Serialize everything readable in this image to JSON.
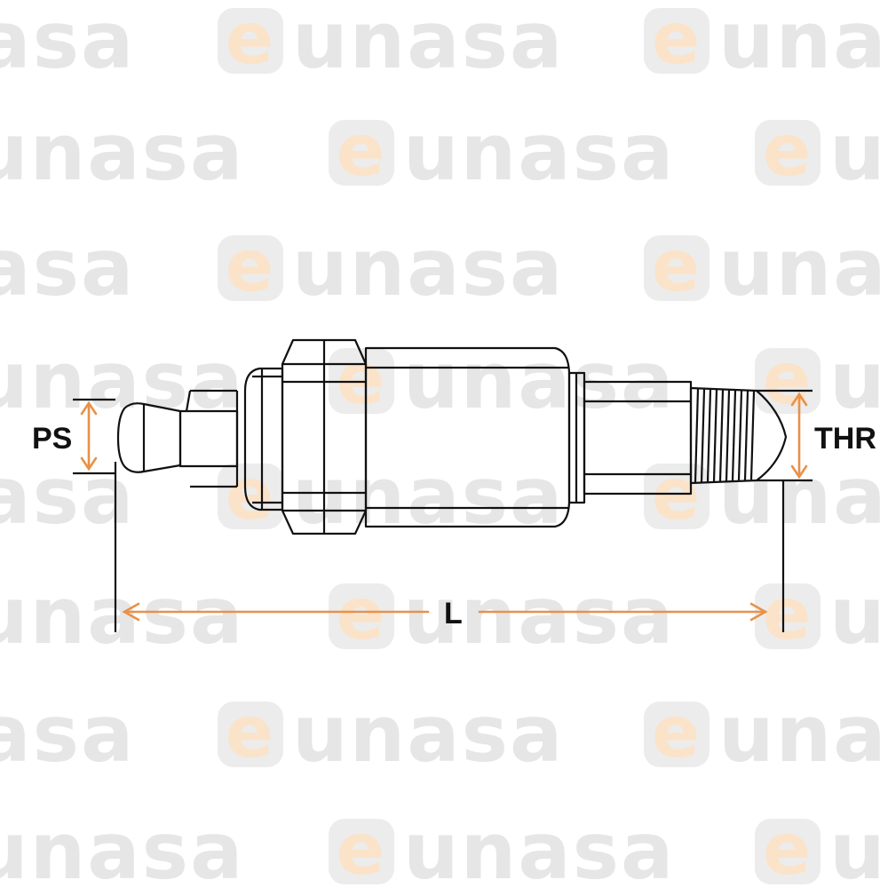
{
  "watermark": {
    "brand_badge": "e",
    "brand_rest": "unasa",
    "text_color": "#e6e6e6",
    "badge_color": "#ececec",
    "badge_letter_color": "#fbe3c9"
  },
  "labels": {
    "ps": "PS",
    "thr": "THR",
    "l": "L"
  },
  "colors": {
    "outline": "#111111",
    "arrow": "#e8914a"
  }
}
